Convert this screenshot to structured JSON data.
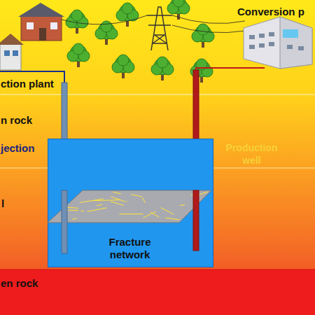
{
  "diagram": {
    "nodes": [
      {
        "text": [
          "Fracture network"
        ]
      }
    ],
    "labels": [
      "Conversion p",
      "ction plant",
      "n rock",
      "jection",
      "Production well",
      "l",
      "en rock"
    ]
  }
}
